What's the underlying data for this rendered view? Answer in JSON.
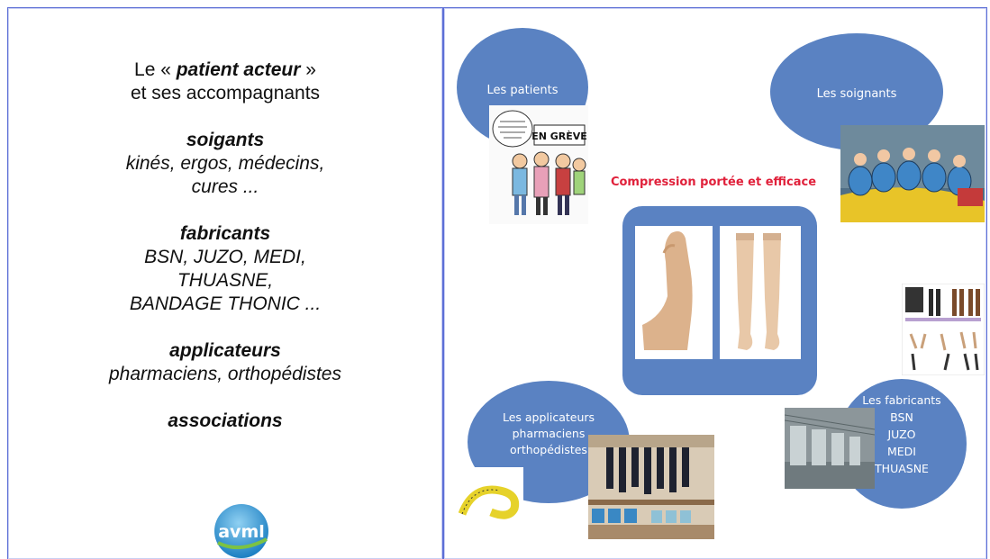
{
  "left": {
    "title_line1_pre": "Le «",
    "title_line1_em": "patient acteur",
    "title_line1_post": "»",
    "title_line2": "et ses accompagnants",
    "soignants_heading": "soigants",
    "soignants_l1": "kinés, ergos, médecins,",
    "soignants_l2": "cures ...",
    "fabricants_heading": "fabricants",
    "fabricants_l1": "BSN, JUZO, MEDI,",
    "fabricants_l2": "THUASNE,",
    "fabricants_l3": "BANDAGE THONIC ...",
    "applicateurs_heading": "applicateurs",
    "applicateurs_l1": "pharmaciens, orthopédistes",
    "associations_heading": "associations",
    "logo_text": "avml"
  },
  "diagram": {
    "patients": "Les patients",
    "soignants": "Les soignants",
    "center_title": "Compression portée et efficace",
    "applicateurs_l1": "Les applicateurs",
    "applicateurs_l2": "pharmaciens",
    "applicateurs_l3": "orthopédistes",
    "fabricants_l1": "Les fabricants",
    "fabricants_l2": "BSN",
    "fabricants_l3": "JUZO",
    "fabricants_l4": "MEDI",
    "fabricants_l5": "THUASNE",
    "cartoon_sign": "EN GRÈVE",
    "accent_blue": "#5a82c2",
    "title_red": "#e0203a"
  }
}
